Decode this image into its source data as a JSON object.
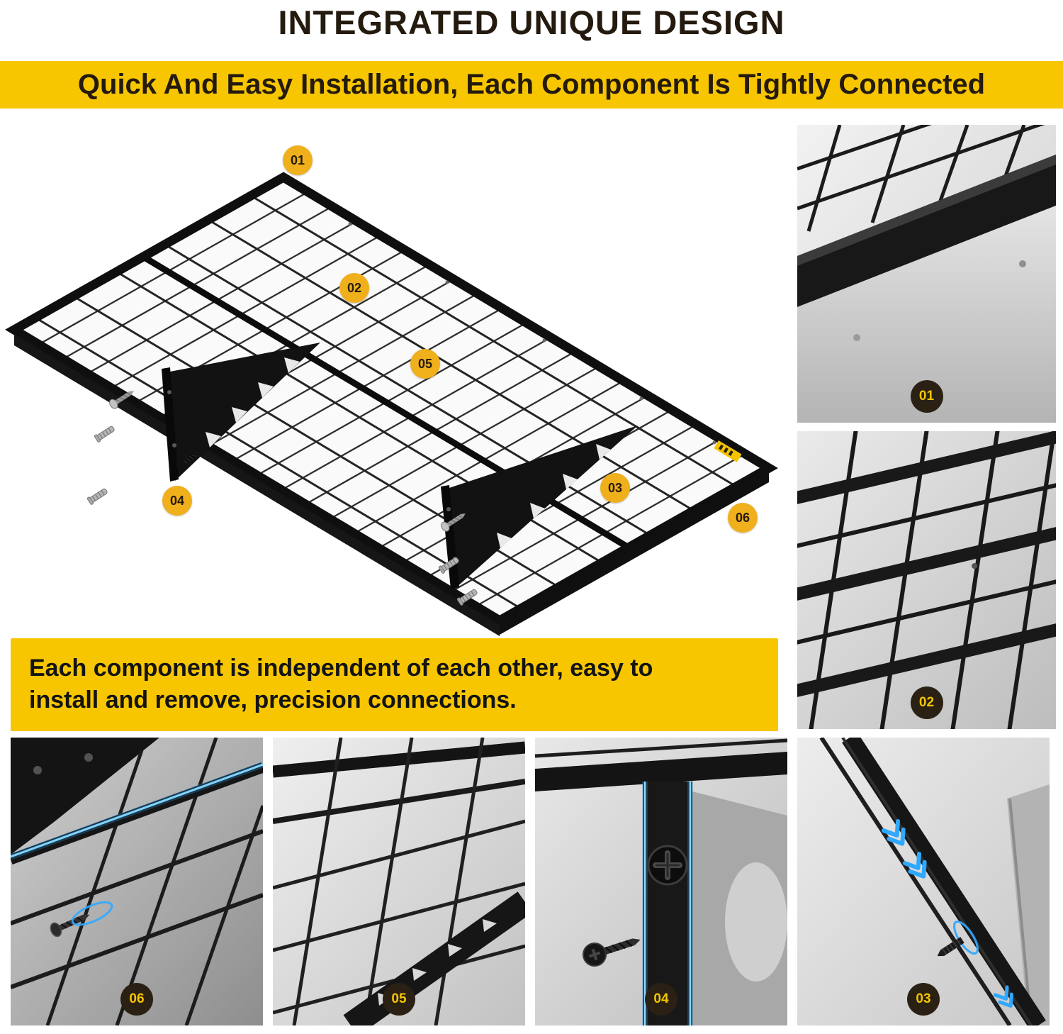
{
  "header": {
    "title": "INTEGRATED UNIQUE DESIGN",
    "banner": "Quick And Easy Installation, Each Component Is Tightly Connected"
  },
  "description": {
    "text": "Each component is independent of each other, easy to install and remove, precision connections."
  },
  "colors": {
    "brand_yellow": "#F7C600",
    "dark_text": "#241A0E",
    "callout_yellow": "#F0B01C",
    "badge_dark": "#2A2114",
    "badge_text_yellow": "#F5C400",
    "accent_blue": "#2FA8FF"
  },
  "diagram": {
    "callouts": [
      {
        "label": "01"
      },
      {
        "label": "02"
      },
      {
        "label": "05"
      },
      {
        "label": "04"
      },
      {
        "label": "03"
      },
      {
        "label": "06"
      }
    ]
  },
  "photos": {
    "right": [
      {
        "label": "01"
      },
      {
        "label": "02"
      }
    ],
    "bottom": [
      {
        "label": "06"
      },
      {
        "label": "05"
      },
      {
        "label": "04"
      },
      {
        "label": "03"
      }
    ]
  }
}
